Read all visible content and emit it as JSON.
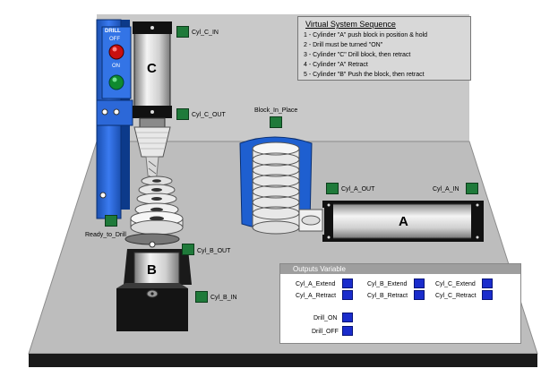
{
  "sequence_panel": {
    "title": "Virtual System Sequence",
    "steps": [
      "1 - Cylinder \"A\" push block in position & hold",
      "2 - Drill must be turned \"ON\"",
      "3 - Cylinder \"C\" Drill block, then retract",
      "4 - Cylinder \"A\" Retract",
      "5 - Cylinder \"B\" Push the block, then retract"
    ]
  },
  "drill_panel": {
    "drill_label": "DRILL",
    "off_label": "OFF",
    "on_label": "ON"
  },
  "cylinders": {
    "c_letter": "C",
    "a_letter": "A",
    "b_letter": "B"
  },
  "sensors": {
    "cyl_c_in": "Cyl_C_IN",
    "cyl_c_out": "Cyl_C_OUT",
    "block_in_place": "Block_In_Place",
    "cyl_a_out": "Cyl_A_OUT",
    "cyl_a_in": "Cyl_A_IN",
    "ready_to_drill": "Ready_to_Drill",
    "cyl_b_out": "Cyl_B_OUT",
    "cyl_b_in": "Cyl_B_IN"
  },
  "outputs": {
    "title": "Outputs Variable",
    "cyl_a_extend": "Cyl_A_Extend",
    "cyl_a_retract": "Cyl_A_Retract",
    "cyl_b_extend": "Cyl_B_Extend",
    "cyl_b_retract": "Cyl_B_Retract",
    "cyl_c_extend": "Cyl_C_Extend",
    "cyl_c_retract": "Cyl_C_Retract",
    "drill_on": "Drill_ON",
    "drill_off": "Drill_OFF"
  },
  "colors": {
    "table_gray": "#bfbfbf",
    "base_black": "#1a1a1a",
    "column_blue": "#1e5fd0",
    "sensor_green": "#1f7a3a",
    "output_blue": "#1a2ccc",
    "panel_header": "#9e9e9e"
  }
}
